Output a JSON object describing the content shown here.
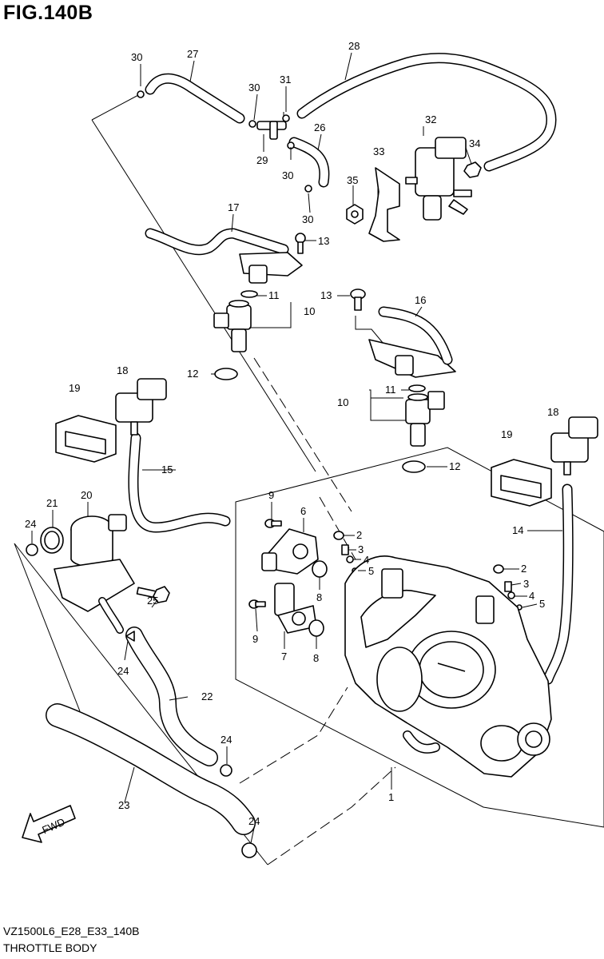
{
  "figure": {
    "title": "FIG.140B",
    "model_code": "VZ1500L6_E28_E33_140B",
    "section_name": "THROTTLE BODY",
    "fwd_label": "FWD"
  },
  "callouts": {
    "c1": "1",
    "c2a": "2",
    "c2b": "2",
    "c3a": "3",
    "c3b": "3",
    "c4a": "4",
    "c4b": "4",
    "c5a": "5",
    "c5b": "5",
    "c6": "6",
    "c7": "7",
    "c8a": "8",
    "c8b": "8",
    "c9a": "9",
    "c9b": "9",
    "c10a": "10",
    "c10b": "10",
    "c11a": "11",
    "c11b": "11",
    "c12a": "12",
    "c12b": "12",
    "c13a": "13",
    "c13b": "13",
    "c14": "14",
    "c15": "15",
    "c16": "16",
    "c17": "17",
    "c18a": "18",
    "c18b": "18",
    "c19a": "19",
    "c19b": "19",
    "c20": "20",
    "c21": "21",
    "c22": "22",
    "c23": "23",
    "c24a": "24",
    "c24b": "24",
    "c24c": "24",
    "c24d": "24",
    "c25": "25",
    "c26": "26",
    "c27": "27",
    "c28": "28",
    "c29": "29",
    "c30a": "30",
    "c30b": "30",
    "c30c": "30",
    "c30d": "30",
    "c31": "31",
    "c32": "32",
    "c33": "33",
    "c34": "34",
    "c35": "35"
  }
}
